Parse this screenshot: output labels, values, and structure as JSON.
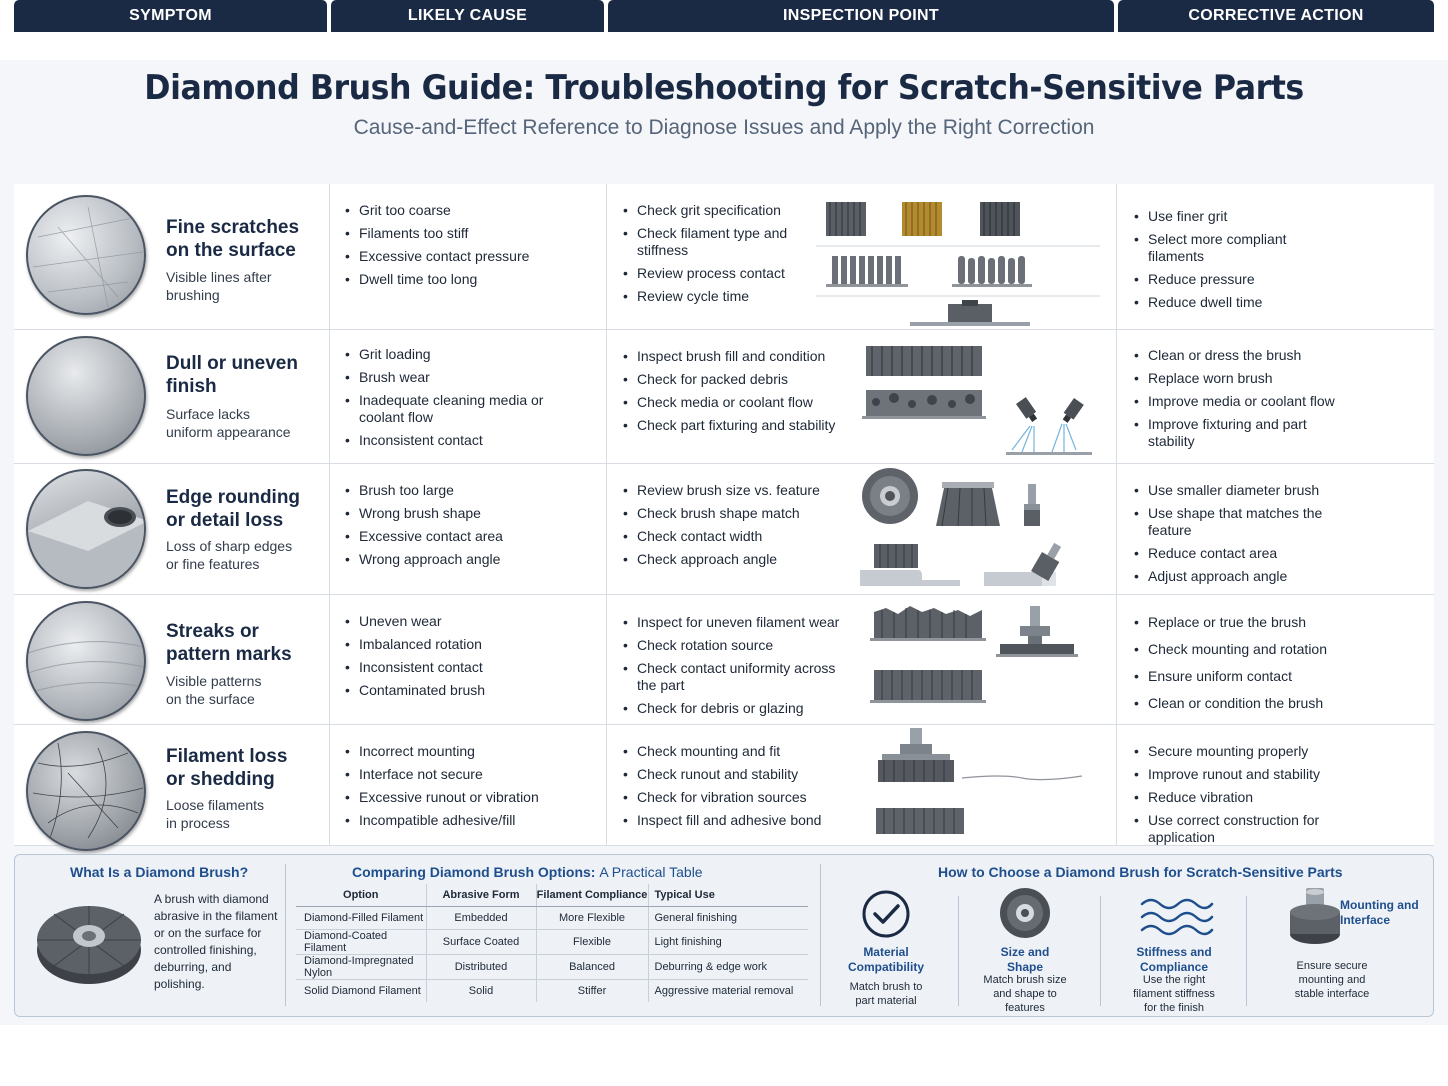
{
  "title": "Diamond Brush Guide: Troubleshooting for Scratch-Sensitive Parts",
  "subtitle": "Cause-and-Effect Reference to Diagnose Issues and Apply the Right Correction",
  "headers": [
    "SYMPTOM",
    "LIKELY CAUSE",
    "INSPECTION POINT",
    "CORRECTIVE ACTION"
  ],
  "rows": [
    {
      "title": [
        "Fine scratches",
        "on the surface"
      ],
      "desc": [
        "Visible lines after",
        "brushing"
      ],
      "causes": [
        "Grit too coarse",
        "Filaments too stiff",
        "Excessive contact pressure",
        "Dwell time too long"
      ],
      "inspection": [
        "Check grit specification",
        "Check filament type and stiffness",
        "Review process contact",
        "Review cycle time"
      ],
      "actions": [
        "Use finer grit",
        "Select more compliant filaments",
        "Reduce pressure",
        "Reduce dwell time"
      ]
    },
    {
      "title": [
        "Dull or uneven",
        "finish"
      ],
      "desc": [
        "Surface lacks",
        "uniform appearance"
      ],
      "causes": [
        "Grit loading",
        "Brush wear",
        "Inadequate cleaning media or coolant flow",
        "Inconsistent contact"
      ],
      "inspection": [
        "Inspect brush fill and condition",
        "Check for packed debris",
        "Check media or coolant flow",
        "Check part fixturing and stability"
      ],
      "actions": [
        "Clean or dress the brush",
        "Replace worn brush",
        "Improve media or coolant flow",
        "Improve fixturing and part stability"
      ]
    },
    {
      "title": [
        "Edge rounding",
        "or detail loss"
      ],
      "desc": [
        "Loss of sharp edges",
        "or fine features"
      ],
      "causes": [
        "Brush too large",
        "Wrong brush shape",
        "Excessive contact area",
        "Wrong approach angle"
      ],
      "inspection": [
        "Review brush size vs. feature",
        "Check brush shape match",
        "Check contact width",
        "Check approach angle"
      ],
      "actions": [
        "Use smaller diameter brush",
        "Use shape that matches the feature",
        "Reduce contact area",
        "Adjust approach angle"
      ]
    },
    {
      "title": [
        "Streaks or",
        "pattern marks"
      ],
      "desc": [
        "Visible patterns",
        "on the surface"
      ],
      "causes": [
        "Uneven wear",
        "Imbalanced rotation",
        "Inconsistent contact",
        "Contaminated brush"
      ],
      "inspection": [
        "Inspect for uneven filament wear",
        "Check rotation source",
        "Check contact uniformity across the part",
        "Check for debris or glazing"
      ],
      "actions": [
        "Replace or true the brush",
        "Check mounting and rotation",
        "Ensure uniform contact",
        "Clean or condition the brush"
      ]
    },
    {
      "title": [
        "Filament loss",
        "or shedding"
      ],
      "desc": [
        "Loose filaments",
        "in process"
      ],
      "causes": [
        "Incorrect mounting",
        "Interface not secure",
        "Excessive runout or vibration",
        "Incompatible adhesive/fill"
      ],
      "inspection": [
        "Check mounting and fit",
        "Check runout and stability",
        "Check for vibration sources",
        "Inspect fill and adhesive bond"
      ],
      "actions": [
        "Secure mounting properly",
        "Improve runout and stability",
        "Reduce vibration",
        "Use correct construction for application"
      ]
    }
  ],
  "what_is": {
    "title": "What Is a Diamond Brush?",
    "text": [
      "A brush with diamond",
      "abrasive in the filament",
      "or on the surface for",
      "controlled finishing,",
      "deburring, and",
      "polishing."
    ]
  },
  "comparison": {
    "title_part1": "Comparing Diamond Brush Options:",
    "title_part2": "A Practical Table",
    "headers": [
      "Option",
      "Abrasive Form",
      "Filament Compliance",
      "Typical Use"
    ],
    "rows": [
      [
        "Diamond-Filled Filament",
        "Embedded",
        "More Flexible",
        "General finishing"
      ],
      [
        "Diamond-Coated Filament",
        "Surface Coated",
        "Flexible",
        "Light finishing"
      ],
      [
        "Diamond-Impregnated Nylon",
        "Distributed",
        "Balanced",
        "Deburring & edge work"
      ],
      [
        "Solid Diamond Filament",
        "Solid",
        "Stiffer",
        "Aggressive material removal"
      ]
    ]
  },
  "how_to": {
    "title": "How to Choose a Diamond Brush for Scratch-Sensitive Parts",
    "cards": [
      {
        "label": [
          "Material",
          "Compatibility"
        ],
        "text": [
          "Match brush to",
          "part material"
        ],
        "icon": "check-circle-icon"
      },
      {
        "label": [
          "Size and",
          "Shape"
        ],
        "text": [
          "Match brush size",
          "and shape to",
          "features"
        ],
        "icon": "wheel-brush-icon"
      },
      {
        "label": [
          "Stiffness and",
          "Compliance"
        ],
        "text": [
          "Use the right",
          "filament stiffness",
          "for the finish"
        ],
        "icon": "wave-icon"
      },
      {
        "label": [
          "Mounting and",
          "Interface"
        ],
        "text": [
          "Ensure secure",
          "mounting and",
          "stable interface"
        ],
        "icon": "shank-brush-icon"
      }
    ]
  },
  "colors": {
    "header_bg": "#1b2a44",
    "accent_blue": "#1f4e8c",
    "page_bg": "#f4f6f9"
  }
}
